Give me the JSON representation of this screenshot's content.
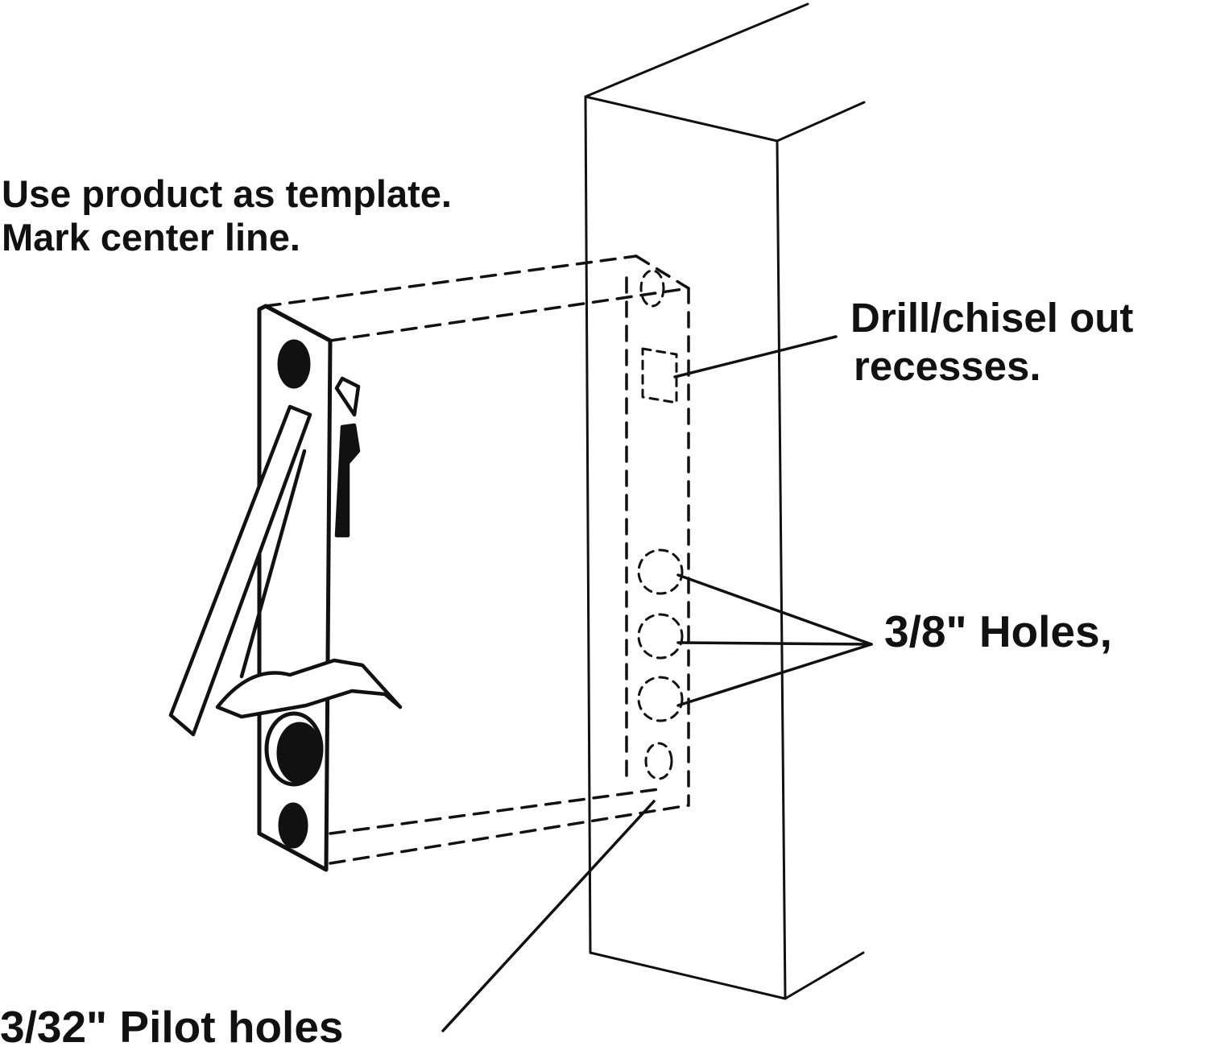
{
  "labels": {
    "template_line1": "Use product as template.",
    "template_line2": "Mark center line.",
    "drill_line1": "Drill/chisel out",
    "drill_line2": "recesses.",
    "holes": "3/8\" Holes,",
    "pilot": "3/32\" Pilot holes"
  },
  "colors": {
    "ink": "#111111",
    "background": "#ffffff"
  }
}
